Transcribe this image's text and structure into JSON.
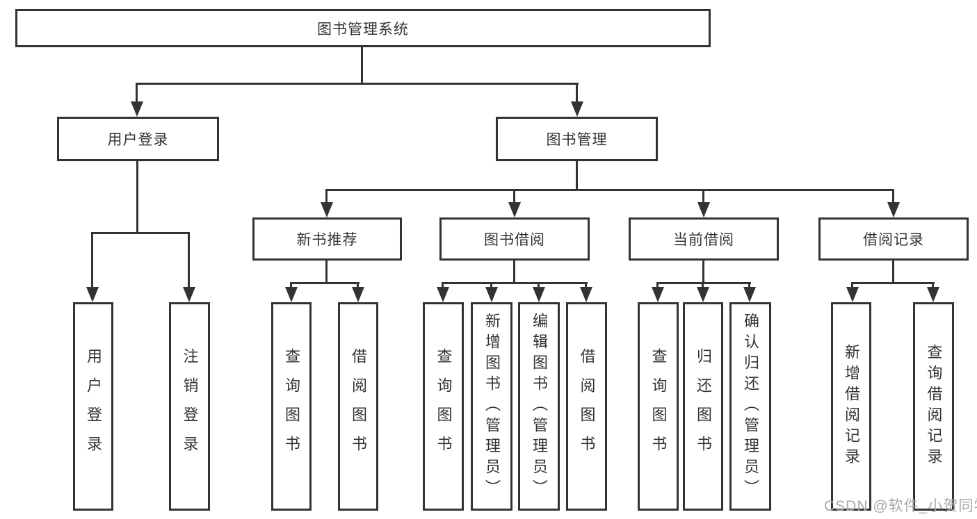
{
  "diagram": {
    "root": {
      "label": "图书管理系统"
    },
    "level2": [
      {
        "id": "user-login",
        "label": "用户登录"
      },
      {
        "id": "book-management",
        "label": "图书管理"
      }
    ],
    "level3": [
      {
        "id": "new-book-recommend",
        "label": "新书推荐"
      },
      {
        "id": "book-borrowing",
        "label": "图书借阅"
      },
      {
        "id": "current-borrowing",
        "label": "当前借阅"
      },
      {
        "id": "borrowing-records",
        "label": "借阅记录"
      }
    ],
    "level4": {
      "user_login": [
        {
          "label": "用户登录"
        },
        {
          "label": "注销登录"
        }
      ],
      "new_book": [
        {
          "label": "查询图书"
        },
        {
          "label": "借阅图书"
        }
      ],
      "book_borrow": [
        {
          "label": "查询图书"
        },
        {
          "label": "新增图书（管理员）"
        },
        {
          "label": "编辑图书（管理员）"
        },
        {
          "label": "借阅图书"
        }
      ],
      "current_borrow": [
        {
          "label": "查询图书"
        },
        {
          "label": "归还图书"
        },
        {
          "label": "确认归还（管理员）"
        }
      ],
      "borrow_records": [
        {
          "label": "新增借阅记录"
        },
        {
          "label": "查询借阅记录"
        }
      ]
    },
    "watermark": "CSDN @软件_小贺同学",
    "colors": {
      "line": "#333333",
      "text": "#333333",
      "background": "#ffffff",
      "watermark": "#a9a9a9"
    }
  }
}
